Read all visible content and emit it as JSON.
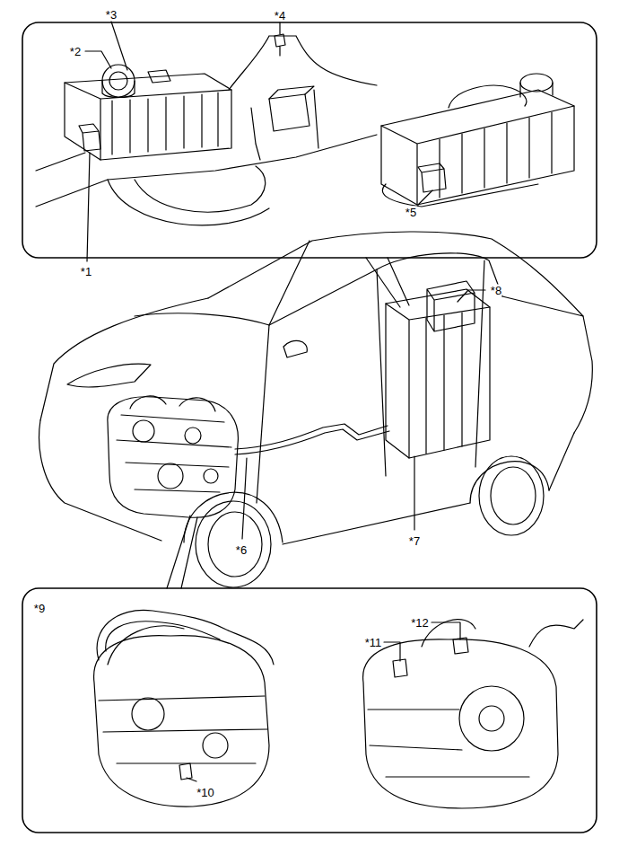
{
  "diagram": {
    "labels": [
      "*3",
      "*4",
      "*2",
      "*1",
      "*5",
      "*8",
      "*6",
      "*7",
      "*9",
      "*12",
      "*11",
      "*10"
    ]
  }
}
